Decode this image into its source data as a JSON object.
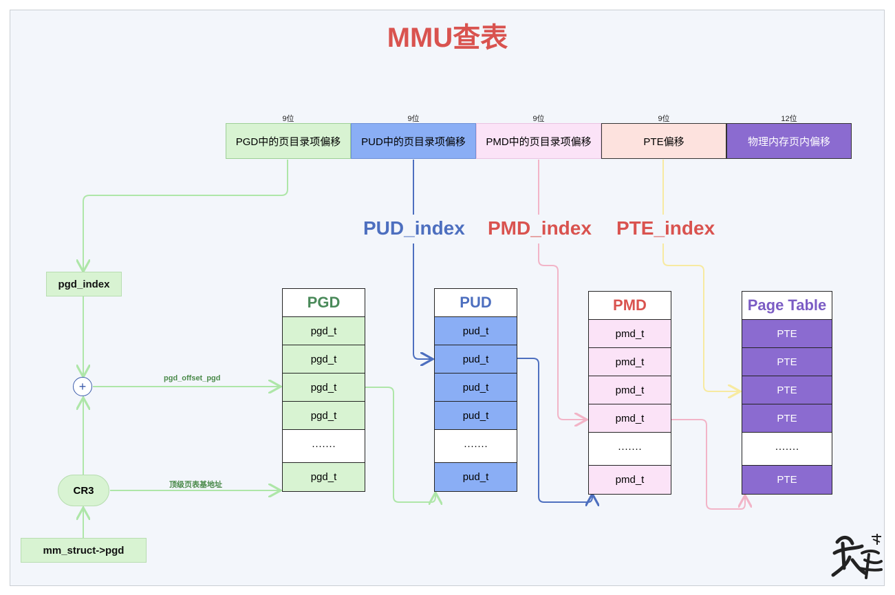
{
  "title": "MMU查表",
  "address_fields": [
    {
      "bits": "9位",
      "label": "PGD中的页目录项偏移",
      "color": "#d8f3d2"
    },
    {
      "bits": "9位",
      "label": "PUD中的页目录项偏移",
      "color": "#8aaef5"
    },
    {
      "bits": "9位",
      "label": "PMD中的页目录项偏移",
      "color": "#fbe3f7"
    },
    {
      "bits": "9位",
      "label": "PTE偏移",
      "color": "#fde2de"
    },
    {
      "bits": "12位",
      "label": "物理内存页内偏移",
      "color": "#8b6bd0"
    }
  ],
  "index_labels": {
    "pud": "PUD_index",
    "pmd": "PMD_index",
    "pte": "PTE_index"
  },
  "side": {
    "pgd_index": "pgd_index",
    "plus": "+",
    "cr3": "CR3",
    "mm_struct": "mm_struct->pgd"
  },
  "edge_labels": {
    "pgd_offset": "pgd_offset_pgd",
    "top_base": "顶级页表基地址"
  },
  "tables": {
    "pgd": {
      "title": "PGD",
      "title_color": "#4a8a5a",
      "cell_color": "#d8f3d2",
      "cells": [
        "pgd_t",
        "pgd_t",
        "pgd_t",
        "pgd_t",
        "·······",
        "pgd_t"
      ]
    },
    "pud": {
      "title": "PUD",
      "title_color": "#4d6fbf",
      "cell_color": "#8aaef5",
      "cells": [
        "pud_t",
        "pud_t",
        "pud_t",
        "pud_t",
        "·······",
        "pud_t"
      ]
    },
    "pmd": {
      "title": "PMD",
      "title_color": "#d9534f",
      "cell_color": "#fbe3f7",
      "cells": [
        "pmd_t",
        "pmd_t",
        "pmd_t",
        "pmd_t",
        "·······",
        "pmd_t"
      ]
    },
    "pt": {
      "title": "Page Table",
      "title_color": "#7b5cc4",
      "cell_color": "#8b6bd0",
      "cells": [
        "PTE",
        "PTE",
        "PTE",
        "PTE",
        "·······",
        "PTE"
      ]
    }
  },
  "colors": {
    "green": "#aee6a8",
    "blue": "#4d6fbf",
    "pink": "#f2b4c7",
    "yellow": "#f7eaa0",
    "accent_red": "#d9534f"
  }
}
